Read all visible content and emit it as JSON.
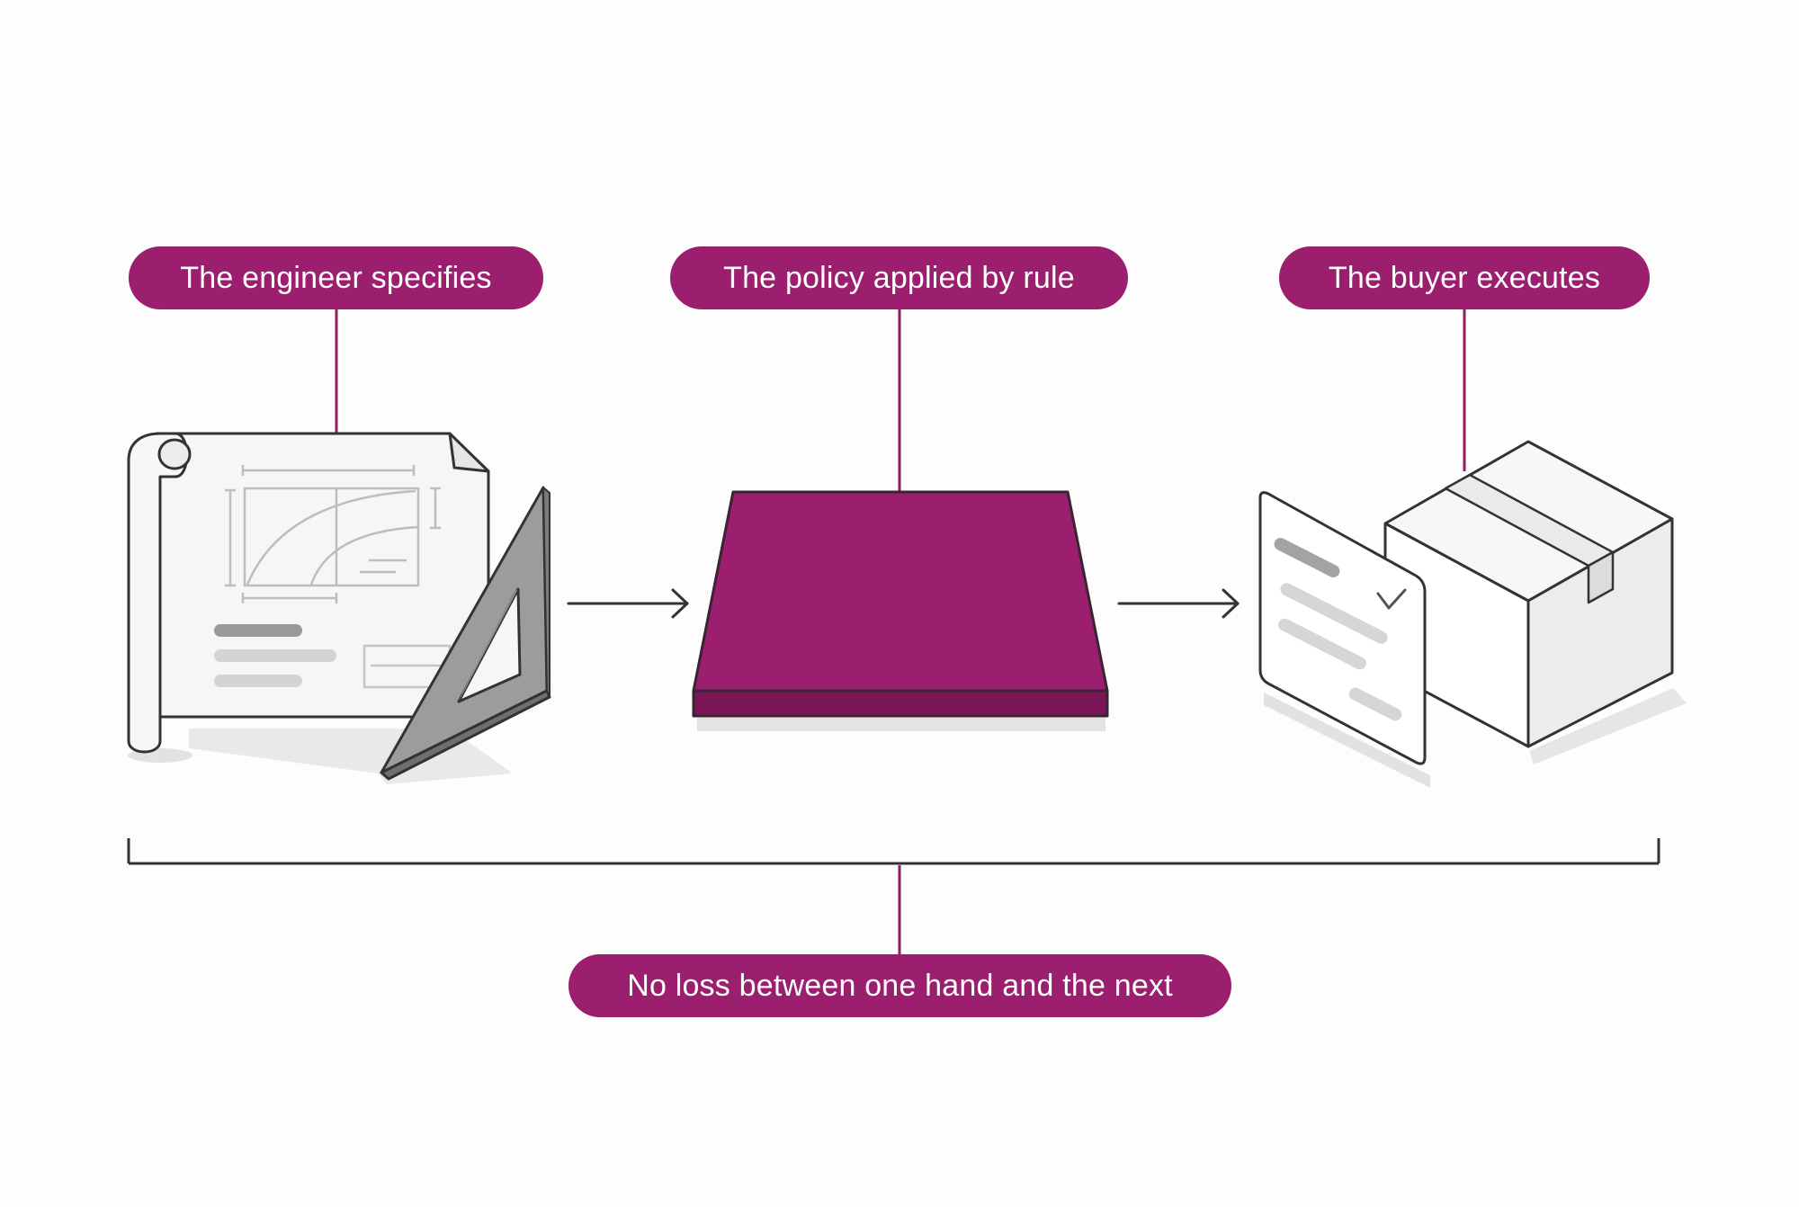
{
  "colors": {
    "accent": "#9b1f6e",
    "accent_dark": "#7a1556",
    "outline": "#333333",
    "light_fill": "#f4f4f4",
    "shadow": "#dedede"
  },
  "stages": [
    {
      "label": "The engineer specifies",
      "icon": "blueprint-icon"
    },
    {
      "label": "The policy applied by rule",
      "icon": "policy-slab-icon"
    },
    {
      "label": "The buyer executes",
      "icon": "package-icon"
    }
  ],
  "summary": {
    "label": "No loss between one hand and the next"
  }
}
